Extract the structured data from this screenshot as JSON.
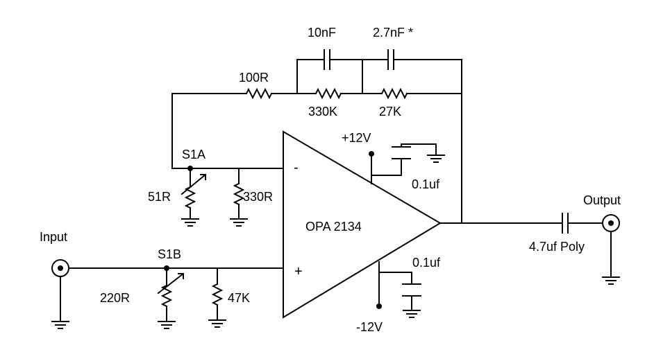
{
  "labels": {
    "c_10nf": "10nF",
    "c_2n7": "2.7nF *",
    "r_100": "100R",
    "r_330k": "330K",
    "r_27k": "27K",
    "vplus": "+12V",
    "vminus": "-12V",
    "s1a": "S1A",
    "s1b": "S1B",
    "r_51": "51R",
    "r_330": "330R",
    "r_220": "220R",
    "r_47k": "47K",
    "opamp": "OPA 2134",
    "cap_top": "0.1uf",
    "cap_bot": "0.1uf",
    "output": "Output",
    "input": "Input",
    "c_out": "4.7uf Poly",
    "minus_sign": "-",
    "plus_sign": "+"
  },
  "colors": {
    "ink": "#000000",
    "background": "#ffffff"
  }
}
